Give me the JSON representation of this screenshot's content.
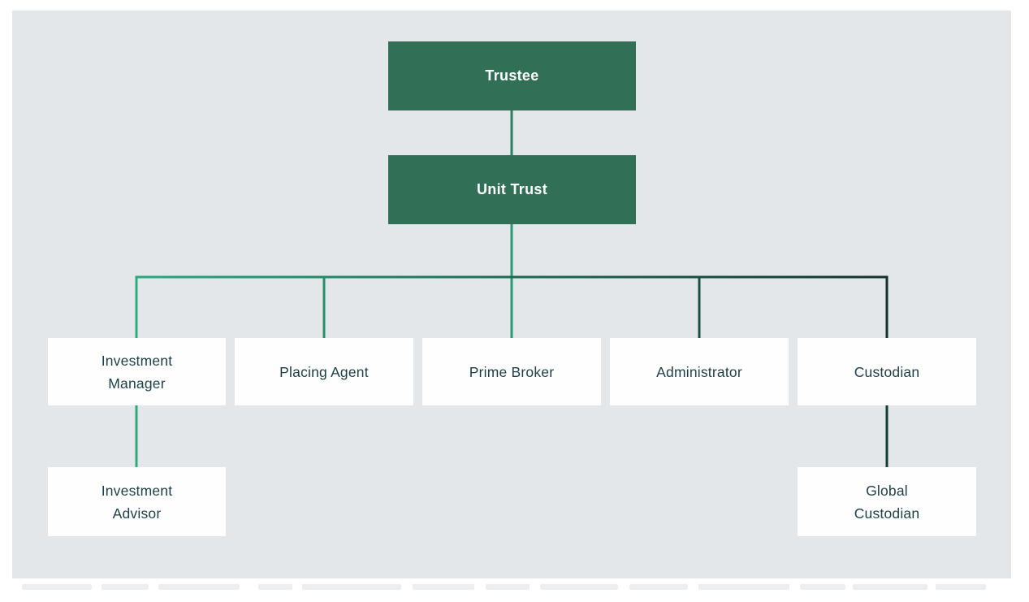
{
  "colors": {
    "page_bg": "#ffffff",
    "panel_bg": "#e4e7e9",
    "node_green": "#316f56",
    "node_green_text": "#ffffff",
    "node_white_bg": "#fefefe",
    "node_white_text": "#1d3f46",
    "link_trustee_unit": "#2e7e60",
    "link_center": "#2b9b73",
    "link_left": "#2dac7c",
    "link_mid_left": "#27906a",
    "link_mid_right": "#1a5242",
    "link_right": "#133128",
    "link_advisor": "#2fa87a",
    "link_global": "#153c31",
    "gradient_start": "#2ba77a",
    "gradient_mid": "#1d6b52",
    "gradient_end": "#13332a"
  },
  "diagram": {
    "type": "org-chart",
    "description": "Unit trust structure diagram",
    "nodes": {
      "trustee": {
        "label": "Trustee",
        "level": 1,
        "style": "green"
      },
      "unit_trust": {
        "label": "Unit Trust",
        "level": 2,
        "style": "green"
      },
      "investment_manager": {
        "label": "Investment Manager",
        "lines": [
          "Investment",
          "Manager"
        ],
        "level": 3,
        "style": "white"
      },
      "placing_agent": {
        "label": "Placing Agent",
        "lines": [
          "Placing Agent"
        ],
        "level": 3,
        "style": "white"
      },
      "prime_broker": {
        "label": "Prime Broker",
        "lines": [
          "Prime Broker"
        ],
        "level": 3,
        "style": "white"
      },
      "administrator": {
        "label": "Administrator",
        "lines": [
          "Administrator"
        ],
        "level": 3,
        "style": "white"
      },
      "custodian": {
        "label": "Custodian",
        "lines": [
          "Custodian"
        ],
        "level": 3,
        "style": "white"
      },
      "investment_advisor": {
        "label": "Investment Advisor",
        "lines": [
          "Investment",
          "Advisor"
        ],
        "level": 4,
        "style": "white"
      },
      "global_custodian": {
        "label": "Global Custodian",
        "lines": [
          "Global",
          "Custodian"
        ],
        "level": 4,
        "style": "white"
      }
    },
    "edges": [
      [
        "trustee",
        "unit_trust"
      ],
      [
        "unit_trust",
        "investment_manager"
      ],
      [
        "unit_trust",
        "placing_agent"
      ],
      [
        "unit_trust",
        "prime_broker"
      ],
      [
        "unit_trust",
        "administrator"
      ],
      [
        "unit_trust",
        "custodian"
      ],
      [
        "investment_manager",
        "investment_advisor"
      ],
      [
        "custodian",
        "global_custodian"
      ]
    ]
  },
  "decor": {
    "cutoff_segments": [
      [
        27,
        86
      ],
      [
        125,
        58
      ],
      [
        195,
        100
      ],
      [
        318,
        42
      ],
      [
        372,
        122
      ],
      [
        508,
        76
      ],
      [
        598,
        54
      ],
      [
        665,
        96
      ],
      [
        775,
        72
      ],
      [
        860,
        112
      ],
      [
        985,
        56
      ],
      [
        1050,
        92
      ],
      [
        1152,
        62
      ]
    ]
  }
}
